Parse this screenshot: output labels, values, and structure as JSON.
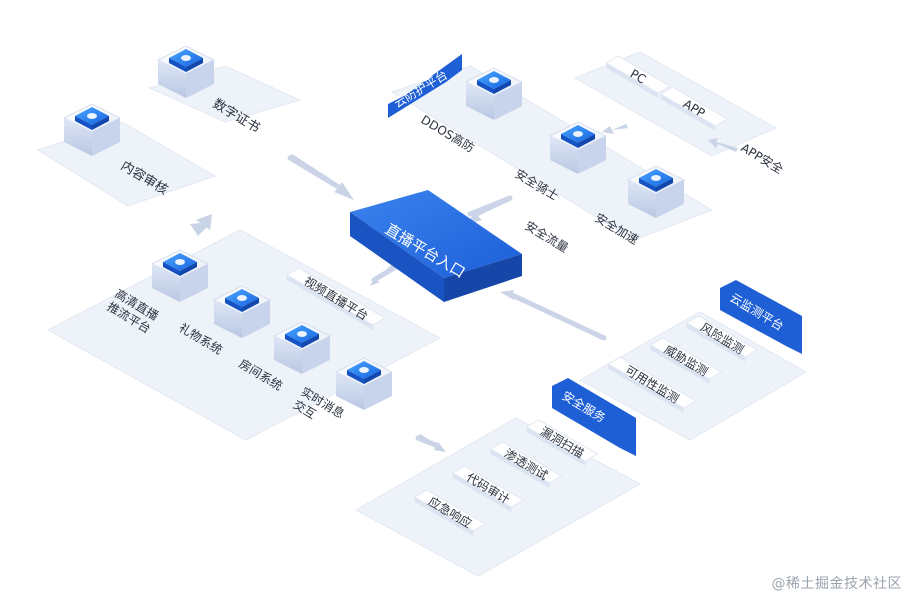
{
  "center": {
    "label": "直播平台入口"
  },
  "digital_cert": {
    "label": "数字证书"
  },
  "content_review": {
    "label": "内容审核"
  },
  "cloud_protection": {
    "title": "云防护平台",
    "items": [
      "DDOS高防",
      "安全骑士",
      "安全加速"
    ]
  },
  "secure_traffic": {
    "label": "安全流量"
  },
  "clients": {
    "items": [
      "PC",
      "APP"
    ],
    "note": "APP安全"
  },
  "live_platform": {
    "title": "视频直播平台",
    "items": [
      "高清直播\n推流平台",
      "礼物系统",
      "房间系统",
      "实时消息\n交互"
    ]
  },
  "cloud_monitor": {
    "title": "云监测平台",
    "items": [
      "风险监测",
      "威胁监测",
      "可用性监测"
    ]
  },
  "security_service": {
    "title": "安全服务",
    "items": [
      "漏洞扫描",
      "渗透测试",
      "代码审计",
      "应急响应"
    ]
  },
  "watermark": {
    "text": "@稀土掘金技术社区"
  },
  "colors": {
    "accent": "#1f5fd6",
    "icon_fill": "#2a8cf5",
    "panel": "#f2f5fb",
    "arrow": "#c4cfe2",
    "text": "#2b3240"
  }
}
